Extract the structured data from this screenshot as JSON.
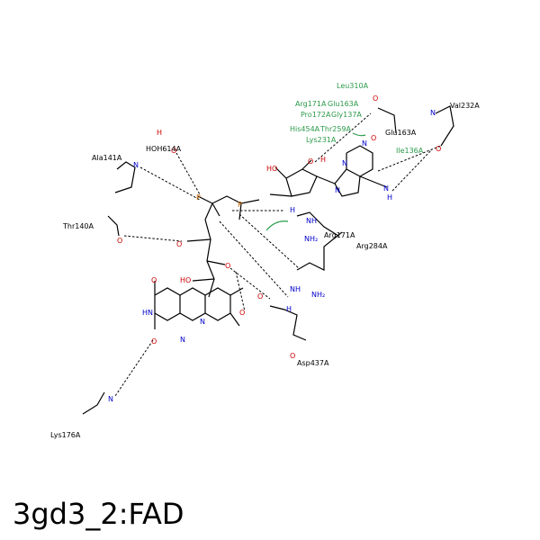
{
  "title": "3gd3_2:FAD",
  "colors": {
    "bond": "#000000",
    "oxygen": "#cc0000",
    "nitrogen": "#0000cc",
    "phosphorus": "#cc6600",
    "hydrophobic": "#2a9a4a"
  },
  "residues": {
    "leu310": "Leu310A",
    "arg171_g": "Arg171A",
    "glu163_g": "Glu163A",
    "pro172": "Pro172A",
    "gly137": "Gly137A",
    "his454": "His454A",
    "thr259": "Thr259A",
    "lys231": "Lys231A",
    "ile136": "Ile136A",
    "glu163": "Glu163A",
    "val232": "Val232A",
    "ala141": "Ala141A",
    "hoh614": "HOH614A",
    "thr140": "Thr140A",
    "arg171": "Arg171A",
    "arg284": "Arg284A",
    "asp437": "Asp437A",
    "lys176": "Lys176A"
  }
}
